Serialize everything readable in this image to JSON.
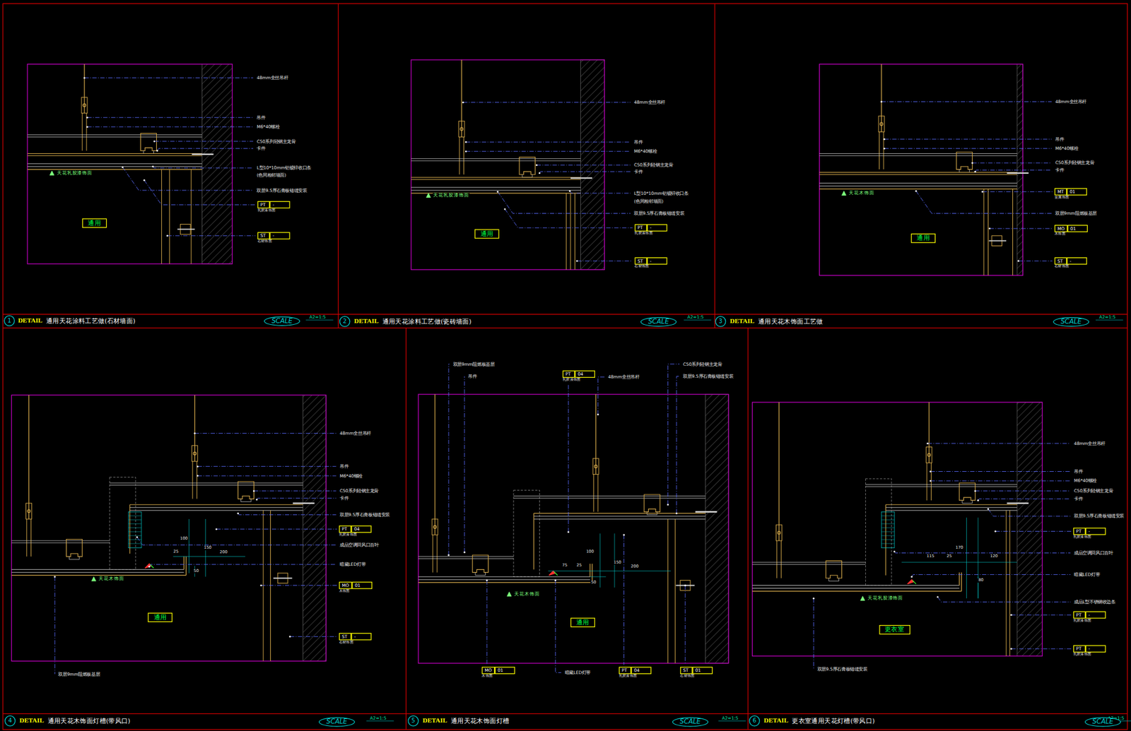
{
  "diagram": {
    "nodes": [
      {
        "text": [
          "通用"
        ]
      },
      {
        "text": [
          "PT",
          "-",
          "乳胶漆饰面"
        ]
      },
      {
        "text": [
          "ST",
          "-",
          "石材饰面"
        ]
      },
      {
        "text": [
          "SCALE"
        ]
      },
      {
        "text": [
          "通用"
        ]
      },
      {
        "text": [
          "PT",
          "-",
          "乳胶漆饰面"
        ]
      },
      {
        "text": [
          "ST",
          "-",
          "石材饰面"
        ]
      },
      {
        "text": [
          "SCALE"
        ]
      },
      {
        "text": [
          "通用"
        ]
      },
      {
        "text": [
          "MT",
          "01",
          "金属饰面"
        ]
      },
      {
        "text": [
          "MO",
          "01",
          "木饰面"
        ]
      },
      {
        "text": [
          "ST",
          "-",
          "石材饰面"
        ]
      },
      {
        "text": [
          "SCALE"
        ]
      },
      {
        "text": [
          "通用"
        ]
      },
      {
        "text": [
          "PT",
          "04",
          "乳胶漆饰面"
        ]
      },
      {
        "text": [
          "MO",
          "01",
          "木饰面"
        ]
      },
      {
        "text": [
          "ST",
          "-",
          "石材饰面"
        ]
      },
      {
        "text": [
          "SCALE"
        ]
      },
      {
        "text": [
          "通用"
        ]
      },
      {
        "text": [
          "PT",
          "04",
          "乳胶漆饰面"
        ]
      },
      {
        "text": [
          "MO",
          "01",
          "木饰面"
        ]
      },
      {
        "text": [
          "PT",
          "04",
          "乳胶漆饰面"
        ]
      },
      {
        "text": [
          "ST",
          "01",
          "石材饰面"
        ]
      },
      {
        "text": [
          "SCALE"
        ]
      },
      {
        "text": [
          "更衣室"
        ]
      },
      {
        "text": [
          "PT",
          "-",
          "乳胶漆饰面"
        ]
      },
      {
        "text": [
          "PT",
          "-",
          "乳胶漆饰面"
        ]
      },
      {
        "text": [
          "PT",
          "-",
          "乳胶漆饰面"
        ]
      },
      {
        "text": [
          "SCALE"
        ]
      }
    ],
    "labels": [
      "48mm全丝吊杆",
      "吊件",
      "M6*40螺栓",
      "C50系列轻钢主龙骨",
      "卡件",
      "L型10*10mm铝镀锌收口条",
      "(色同相邻墙面)",
      "双层9.5厚石膏板错缝安装",
      "天花乳胶漆饰面",
      "1",
      "DETAIL",
      "通用天花涂料工艺做(石材墙面)",
      "A2=1:5",
      "48mm全丝吊杆",
      "吊件",
      "M6*40螺栓",
      "C50系列轻钢主龙骨",
      "卡件",
      "L型10*10mm铝镀锌收口条",
      "(色同相邻墙面)",
      "双层9.5厚石膏板错缝安装",
      "天花乳胶漆饰面",
      "2",
      "DETAIL",
      "通用天花涂料工艺做(瓷砖墙面)",
      "A2=1:5",
      "48mm全丝吊杆",
      "吊件",
      "M6*40螺栓",
      "C50系列轻钢主龙骨",
      "卡件",
      "双层9mm阻燃板基层",
      "天花木饰面",
      "3",
      "DETAIL",
      "通用天花木饰面工艺做",
      "A2=1:5",
      "48mm全丝吊杆",
      "吊件",
      "M6*40螺栓",
      "C50系列轻钢主龙骨",
      "卡件",
      "双层9.5厚石膏板错缝安装",
      "成品空调回风口百叶",
      "暗藏LED灯带",
      "天花木饰面",
      "双层9mm阻燃板基层",
      "100",
      "150",
      "200",
      "25",
      "50",
      "4",
      "DETAIL",
      "通用天花木饰面灯槽(带风口)",
      "A2=1:5",
      "双层9mm阻燃板基层",
      "吊件",
      "48mm全丝吊杆",
      "C50系列轻钢主龙骨",
      "双层9.5厚石膏板错缝安装",
      "暗藏LED灯带",
      "天花木饰面",
      "75",
      "25",
      "100",
      "150",
      "200",
      "50",
      "5",
      "DETAIL",
      "通用天花木饰面灯槽",
      "A2=1:5",
      "48mm全丝吊杆",
      "吊件",
      "M6*40螺栓",
      "C50系列轻钢主龙骨",
      "卡件",
      "双层9.5厚石膏板错缝安装",
      "成品空调回风口百叶",
      "暗藏LED灯带",
      "成品L型不锈钢收边条",
      "天花乳胶漆饰面",
      "双层9.5厚石膏板错缝安装",
      "115",
      "25",
      "120",
      "170",
      "80",
      "6",
      "DETAIL",
      "更衣室通用天花灯槽(带风口)",
      "A2=1:5"
    ]
  }
}
